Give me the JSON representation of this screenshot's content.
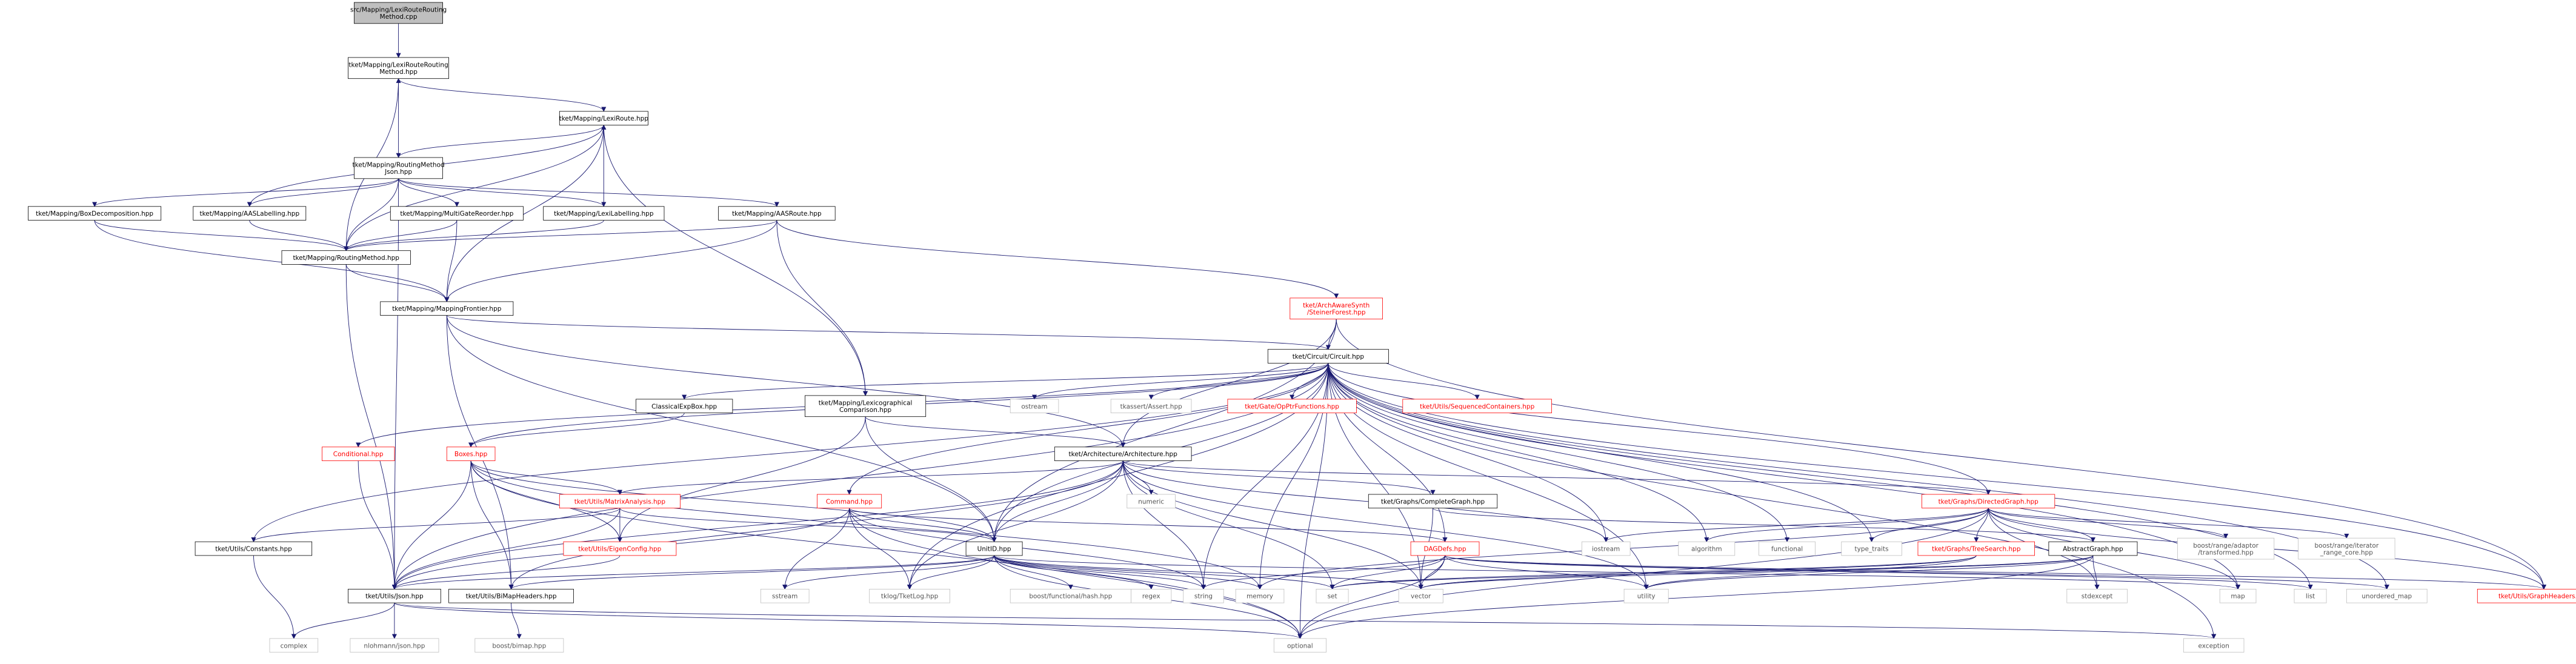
{
  "colors": {
    "edge": "#191970",
    "node_border": "#000000",
    "node_border_red": "#ff0000",
    "node_border_grey": "#bfbfbf",
    "root_fill": "#bfbfbf"
  },
  "nodes": {
    "root": [
      "src/Mapping/LexiRouteRouting",
      "Method.cpp"
    ],
    "lexiroute_routing_method": [
      "tket/Mapping/LexiRouteRouting",
      "Method.hpp"
    ],
    "lexiroute": [
      "tket/Mapping/LexiRoute.hpp"
    ],
    "routing_method_json": [
      "tket/Mapping/RoutingMethod",
      "Json.hpp"
    ],
    "box_decomposition": [
      "tket/Mapping/BoxDecomposition.hpp"
    ],
    "aas_labelling": [
      "tket/Mapping/AASLabelling.hpp"
    ],
    "multigate_reorder": [
      "tket/Mapping/MultiGateReorder.hpp"
    ],
    "lexi_labelling": [
      "tket/Mapping/LexiLabelling.hpp"
    ],
    "aas_route": [
      "tket/Mapping/AASRoute.hpp"
    ],
    "routing_method": [
      "tket/Mapping/RoutingMethod.hpp"
    ],
    "mapping_frontier": [
      "tket/Mapping/MappingFrontier.hpp"
    ],
    "steiner_forest": [
      "tket/ArchAwareSynth",
      "/SteinerForest.hpp"
    ],
    "circuit": [
      "tket/Circuit/Circuit.hpp"
    ],
    "classical_expbox": [
      "ClassicalExpBox.hpp"
    ],
    "lexico_comparison": [
      "tket/Mapping/Lexicographical",
      "Comparison.hpp"
    ],
    "ostream": [
      "ostream"
    ],
    "tkassert": [
      "tkassert/Assert.hpp"
    ],
    "opptr_functions": [
      "tket/Gate/OpPtrFunctions.hpp"
    ],
    "sequenced_containers": [
      "tket/Utils/SequencedContainers.hpp"
    ],
    "conditional": [
      "Conditional.hpp"
    ],
    "boxes": [
      "Boxes.hpp"
    ],
    "architecture": [
      "tket/Architecture/Architecture.hpp"
    ],
    "matrix_analysis": [
      "tket/Utils/MatrixAnalysis.hpp"
    ],
    "command": [
      "Command.hpp"
    ],
    "numeric": [
      "numeric"
    ],
    "complete_graph": [
      "tket/Graphs/CompleteGraph.hpp"
    ],
    "directed_graph": [
      "tket/Graphs/DirectedGraph.hpp"
    ],
    "constants": [
      "tket/Utils/Constants.hpp"
    ],
    "eigen_config": [
      "tket/Utils/EigenConfig.hpp"
    ],
    "unitid": [
      "UnitID.hpp"
    ],
    "dagdefs": [
      "DAGDefs.hpp"
    ],
    "iostream": [
      "iostream"
    ],
    "algorithm": [
      "algorithm"
    ],
    "functional": [
      "functional"
    ],
    "type_traits": [
      "type_traits"
    ],
    "tree_search": [
      "tket/Graphs/TreeSearch.hpp"
    ],
    "abstract_graph": [
      "AbstractGraph.hpp"
    ],
    "adaptor_transformed": [
      "boost/range/adaptor",
      "/transformed.hpp"
    ],
    "iterator_range_core": [
      "boost/range/iterator",
      "_range_core.hpp"
    ],
    "utils_json": [
      "tket/Utils/Json.hpp"
    ],
    "bimap_headers": [
      "tket/Utils/BiMapHeaders.hpp"
    ],
    "sstream": [
      "sstream"
    ],
    "tklog": [
      "tklog/TketLog.hpp"
    ],
    "boost_hash": [
      "boost/functional/hash.hpp"
    ],
    "regex": [
      "regex"
    ],
    "string": [
      "string"
    ],
    "memory": [
      "memory"
    ],
    "set": [
      "set"
    ],
    "vector": [
      "vector"
    ],
    "utility": [
      "utility"
    ],
    "stdexcept": [
      "stdexcept"
    ],
    "map": [
      "map"
    ],
    "list": [
      "list"
    ],
    "unordered_map": [
      "unordered_map"
    ],
    "graph_headers": [
      "tket/Utils/GraphHeaders.hpp"
    ],
    "complex": [
      "complex"
    ],
    "nlohmann": [
      "nlohmann/json.hpp"
    ],
    "boost_bimap": [
      "boost/bimap.hpp"
    ],
    "optional": [
      "optional"
    ],
    "exception": [
      "exception"
    ]
  }
}
